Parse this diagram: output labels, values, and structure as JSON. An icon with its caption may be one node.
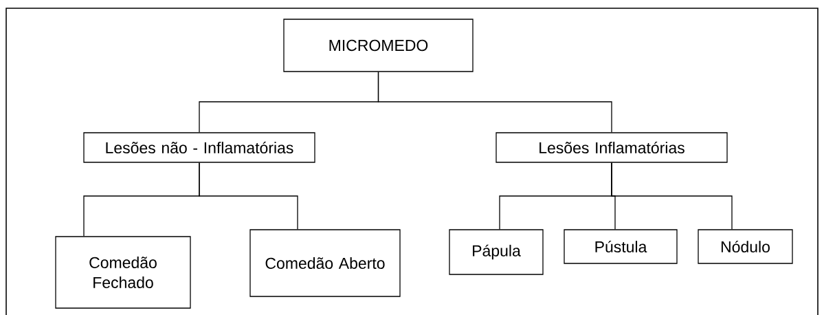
{
  "diagram": {
    "nodes": [
      {
        "text": [
          "MICROMEDO"
        ]
      },
      {
        "text": [
          "Lesões não - Inflamatórias"
        ]
      },
      {
        "text": [
          "Lesões Inflamatórias"
        ]
      },
      {
        "text": [
          "Comedão Fechado"
        ]
      },
      {
        "text": [
          "Comedão Aberto"
        ]
      },
      {
        "text": [
          "Pápula"
        ]
      },
      {
        "text": [
          "Pústula"
        ]
      },
      {
        "text": [
          "Nódulo"
        ]
      }
    ],
    "edges": [
      {
        "from": 0,
        "to": 1,
        "arrow": "none"
      },
      {
        "from": 0,
        "to": 2,
        "arrow": "none"
      },
      {
        "from": 1,
        "to": 3,
        "arrow": "none"
      },
      {
        "from": 1,
        "to": 4,
        "arrow": "none"
      },
      {
        "from": 2,
        "to": 5,
        "arrow": "none"
      },
      {
        "from": 2,
        "to": 6,
        "arrow": "none"
      },
      {
        "from": 2,
        "to": 7,
        "arrow": "none"
      }
    ]
  }
}
